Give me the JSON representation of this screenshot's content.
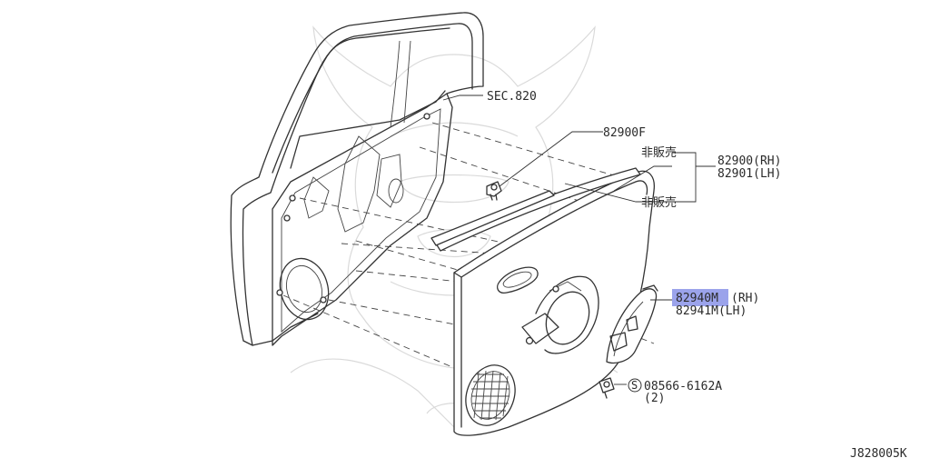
{
  "diagram": {
    "labels": {
      "sec": "SEC.820",
      "clip_part": "82900F",
      "not_for_sale_1": "非販売",
      "not_for_sale_2": "非販売",
      "trim_rh": "82900(RH)",
      "trim_lh": "82901(LH)",
      "pull_rh": "82940M",
      "pull_rh_suffix": "(RH)",
      "pull_lh": "82941M(LH)",
      "screw_symbol": "S",
      "screw_part": "08566-6162A",
      "screw_qty": "(2)",
      "figure_id": "J828005K"
    },
    "highlight_color": "#8a93e8",
    "watermark": "samurai-helmet-logo"
  }
}
